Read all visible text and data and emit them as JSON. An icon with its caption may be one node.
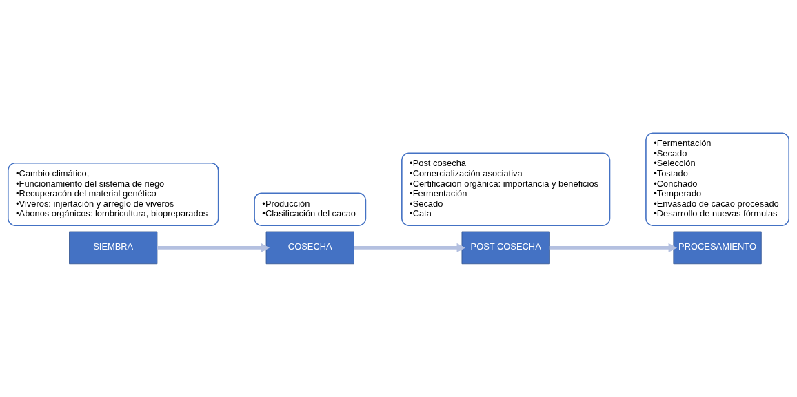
{
  "diagram": {
    "nodes": [
      {
        "text": [
          "SIEMBRA"
        ]
      },
      {
        "text": [
          "•Cambio climático,",
          "•Funcionamiento del sistema de riego",
          "•Recuperacón del material genético",
          "•Viveros: injertación y arreglo de viveros",
          "•Abonos orgánicos: lombricultura, biopreparados"
        ]
      },
      {
        "text": [
          "COSECHA"
        ]
      },
      {
        "text": [
          "•Producción",
          "•Clasificación del cacao"
        ]
      },
      {
        "text": [
          "POST COSECHA"
        ]
      },
      {
        "text": [
          "•Post cosecha",
          "•Comercialización asociativa",
          "•Certificación orgánica: importancia y beneficios",
          "•Fermentación",
          "•Secado",
          "•Cata"
        ]
      },
      {
        "text": [
          "PROCESAMIENTO"
        ]
      },
      {
        "text": [
          "•Fermentación",
          "•Secado",
          "•Selección",
          "•Tostado",
          "•Conchado",
          "•Temperado",
          "•Envasado de cacao procesado",
          "•Desarrollo de nuevas fórmulas"
        ]
      }
    ],
    "edges": [
      {
        "from": 0,
        "to": 2,
        "arrow": "to"
      },
      {
        "from": 2,
        "to": 4,
        "arrow": "to"
      },
      {
        "from": 4,
        "to": 6,
        "arrow": "to"
      }
    ]
  }
}
